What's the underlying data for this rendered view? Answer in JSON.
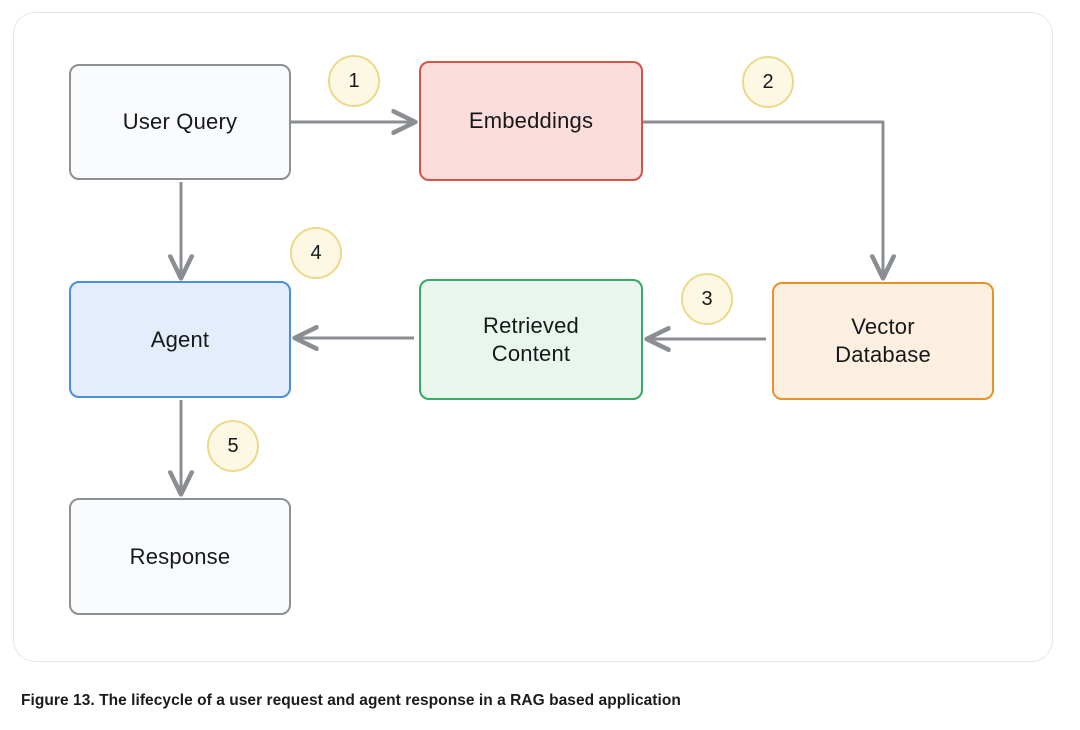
{
  "figure": {
    "caption": "Figure 13. The lifecycle of a user request and agent response in a RAG based application"
  },
  "diagram": {
    "type": "flowchart",
    "nodes": [
      {
        "id": "user_query",
        "label": "User Query",
        "fill": "#fafbfc",
        "stroke": "#8d9195"
      },
      {
        "id": "embeddings",
        "label": "Embeddings",
        "fill": "#fbdedc",
        "stroke": "#d6534a"
      },
      {
        "id": "vector_database",
        "label": "Vector\nDatabase",
        "fill": "#fdf0e0",
        "stroke": "#e8922e"
      },
      {
        "id": "retrieved_content",
        "label": "Retrieved\nContent",
        "fill": "#e9f6ed",
        "stroke": "#3aa866"
      },
      {
        "id": "agent",
        "label": "Agent",
        "fill": "#e4edfb",
        "stroke": "#4a90d9"
      },
      {
        "id": "response",
        "label": "Response",
        "fill": "#fafbfc",
        "stroke": "#8d9195"
      }
    ],
    "steps": [
      {
        "number": "1",
        "from": "user_query",
        "to": "embeddings"
      },
      {
        "number": "2",
        "from": "embeddings",
        "to": "vector_database"
      },
      {
        "number": "3",
        "from": "vector_database",
        "to": "retrieved_content"
      },
      {
        "number": "4",
        "from": "retrieved_content",
        "to": "agent"
      },
      {
        "number": "5",
        "from": "agent",
        "to": "response"
      }
    ],
    "extra_edges": [
      {
        "from": "user_query",
        "to": "agent"
      }
    ],
    "colors": {
      "arrow": "#8a8d91",
      "badge_fill": "#fdf8e3",
      "badge_stroke": "#ecd98a",
      "card_border": "#e6e6e6",
      "background": "#ffffff",
      "text": "#17181a"
    }
  }
}
